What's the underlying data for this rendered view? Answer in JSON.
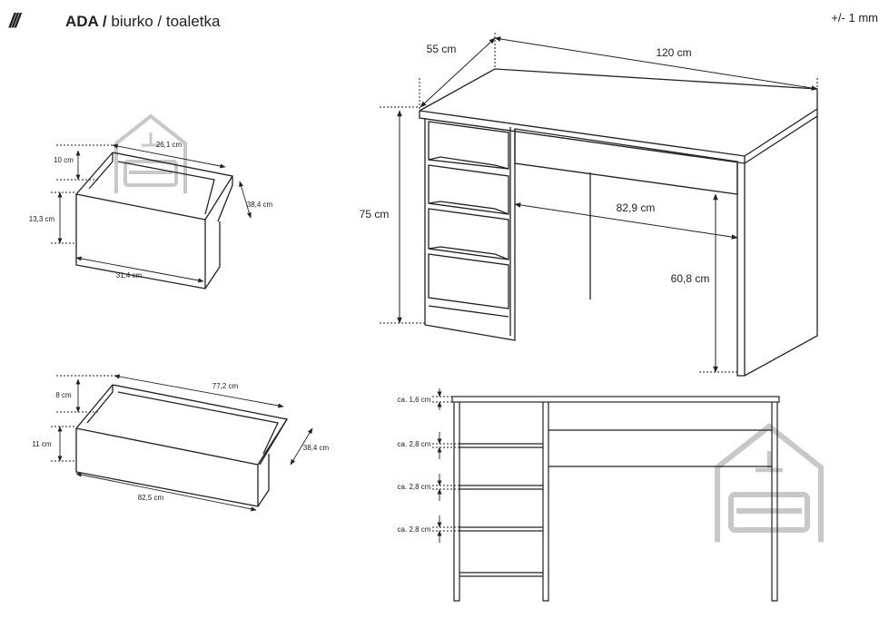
{
  "header": {
    "brand_mark": "///",
    "model": "ADA /",
    "subtitle": "biurko / toaletka",
    "tolerance": "+/- 1 mm"
  },
  "colors": {
    "line": "#222222",
    "watermark": "#c8c8c8"
  },
  "desk": {
    "depth": "55 cm",
    "width": "120 cm",
    "height": "75 cm",
    "knee_width": "82,9 cm",
    "knee_height": "60,8 cm"
  },
  "small_drawer": {
    "inner_width": "26,1 cm",
    "inner_height": "10 cm",
    "front_height": "13,3 cm",
    "depth": "38,4 cm",
    "front_width": "31,4 cm"
  },
  "large_drawer": {
    "inner_width": "77,2 cm",
    "inner_height": "8 cm",
    "front_height": "11 cm",
    "depth": "38,4 cm",
    "front_width": "82,5 cm"
  },
  "front_view": {
    "top_thickness": "ca. 1,6 cm",
    "shelf_1": "ca. 2,8 cm",
    "shelf_2": "ca. 2,8 cm",
    "shelf_3": "ca. 2,8 cm"
  },
  "icons": [
    "brand-slash-icon",
    "house-sofa-watermark-icon"
  ]
}
